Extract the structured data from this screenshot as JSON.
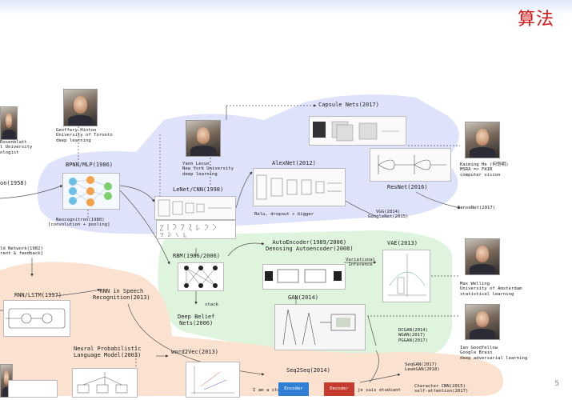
{
  "slide": {
    "title": "算法",
    "page_number": "5"
  },
  "nodes": {
    "capsule_nets": "Capsule Nets(2017)",
    "hinton_caption": [
      "Geoffery Hinton",
      "University of Toronto",
      "deep learning"
    ],
    "rosenblatt_caption": [
      "Rosenblatt",
      "l University",
      "ologist"
    ],
    "perceptron": "on(1958)",
    "bpnn_mlp": "BPNN/MLP(1986)",
    "neocognitron": [
      "Neocognitron(1980)",
      "[convolution + pooling]"
    ],
    "lecun_caption": [
      "Yann Lecun",
      "New York University",
      "deep learning"
    ],
    "lenet_cnn": "LeNet/CNN(1998)",
    "alexnet": "AlexNet(2012)",
    "alexnet_note": "Relu, dropout + bigger",
    "vgg_googlenet": [
      "VGG(2014)",
      "GoogleNet(2015)"
    ],
    "resnet": "ResNet(2016)",
    "densenet": "DenseNet(2017)",
    "kaiming_caption": [
      "Kaiming He (何恺明)",
      "MSRA => FAIR",
      "computer vision"
    ],
    "hopfield": [
      "ld Network(1982)",
      "rent & feedback]"
    ],
    "rbm": "RBM(1986/2006)",
    "stack": "stack",
    "dbn": [
      "Deep Belief",
      "Nets(2006)"
    ],
    "autoencoder": [
      "AutoEncoder(1989/2006)",
      "Denosing Autoencoder(2008)"
    ],
    "vae": "VAE(2013)",
    "variational_inference": [
      "Variational",
      "Inference"
    ],
    "encoder_label": "Encoder",
    "decoder_label": "Decoder",
    "max_welling_caption": [
      "Max Welling",
      "University of Amsterdam",
      "statistical learning"
    ],
    "gan": "GAN(2014)",
    "gan_variants": [
      "DCGAN(2014)",
      "WGAN(2017)",
      "PGGAN(2017)"
    ],
    "goodfellow_caption": [
      "Ian Goodfellow",
      "Google Brain",
      "deep adversarial learning"
    ],
    "rnn_lstm": "RNN/LSTM(1997)",
    "rnn_speech": [
      "RNN in Speech",
      "Recognition(2013)"
    ],
    "nplm": [
      "Neural Probabilistic",
      "Language Model(2003)"
    ],
    "word2vec": "word2Vec(2013)",
    "seq2seq": "Seq2Seq(2014)",
    "seqgan": [
      "SeqGAN(2017)",
      "LeakGAN(2018)"
    ],
    "character_cnn": [
      "Character CNN(2015)",
      "self-attention(2017)"
    ],
    "seq_encoder": "Encoder",
    "seq_decoder": "Decoder",
    "seq_in": "I am a student",
    "seq_out": "je suis étudiant"
  },
  "colors": {
    "title_red": "#d01818",
    "cnn_region": "#dfe2fb",
    "gen_region": "#dff4dc",
    "seq_region": "#fbe2d0",
    "encoder_blue": "#2f7fd6",
    "decoder_red": "#c53b2e"
  }
}
